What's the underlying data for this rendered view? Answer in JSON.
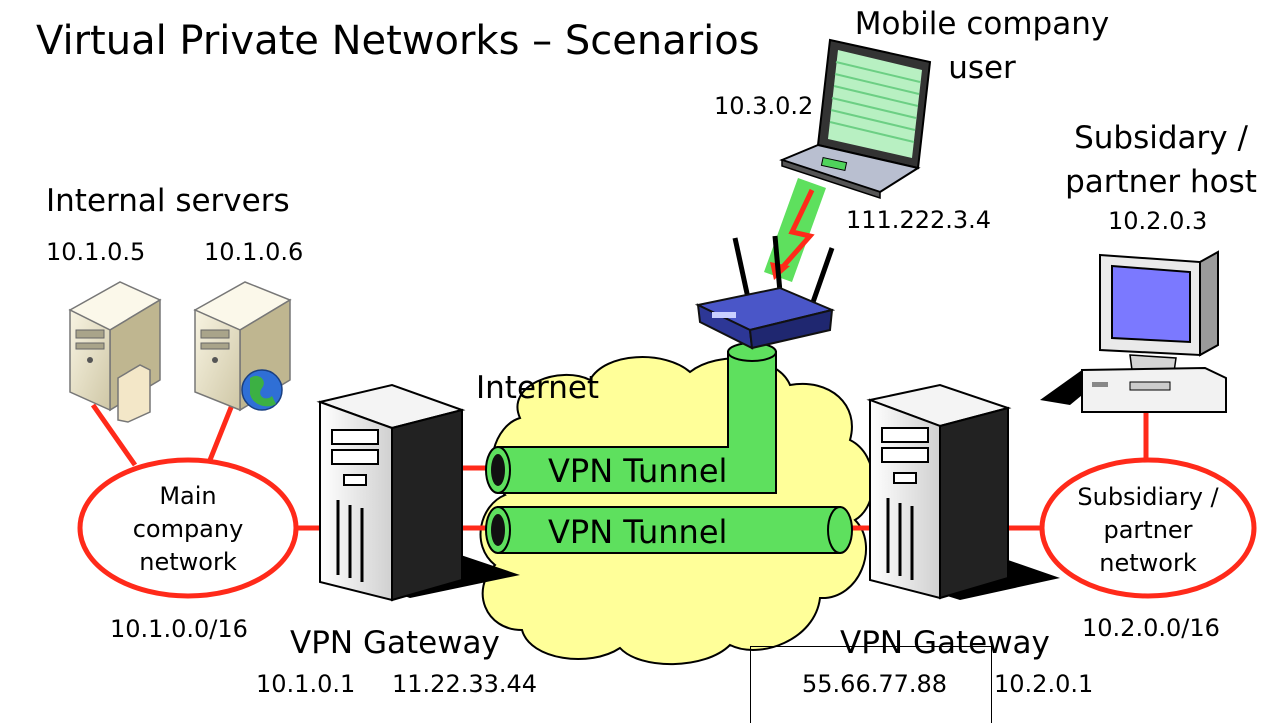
{
  "title": "Virtual Private Networks – Scenarios",
  "labels": {
    "internal_servers": "Internal servers",
    "server1_ip": "10.1.0.5",
    "server2_ip": "10.1.0.6",
    "main_network_line1": "Main",
    "main_network_line2": "company",
    "main_network_line3": "network",
    "main_network_cidr": "10.1.0.0/16",
    "gateway_left": "VPN Gateway",
    "gateway_left_inner_ip": "10.1.0.1",
    "gateway_left_outer_ip": "11.22.33.44",
    "internet": "Internet",
    "tunnel1": "VPN Tunnel",
    "tunnel2": "VPN Tunnel",
    "mobile_user_line1": "Mobile company",
    "mobile_user_line2": "user",
    "mobile_inner_ip": "10.3.0.2",
    "mobile_outer_ip": "111.222.3.4",
    "subsidiary_host_line1": "Subsidary /",
    "subsidiary_host_line2": "partner host",
    "subsidiary_host_ip": "10.2.0.3",
    "subsidiary_network_line1": "Subsidiary /",
    "subsidiary_network_line2": "partner",
    "subsidiary_network_line3": "network",
    "subsidiary_network_cidr": "10.2.0.0/16",
    "gateway_right": "VPN Gateway",
    "gateway_right_outer_ip": "55.66.77.88",
    "gateway_right_inner_ip": "10.2.0.1"
  },
  "colors": {
    "link": "#ff2a1a",
    "tunnel": "#5ee05e",
    "cloud": "#ffff99",
    "server": "#f1ecd2",
    "monitor": "#7b79ff",
    "router": "#3a46b8"
  },
  "icons": [
    "server-file-icon",
    "server-globe-icon",
    "gateway-tower-icon",
    "laptop-icon",
    "wireless-router-icon",
    "desktop-computer-icon",
    "lightning-icon",
    "cloud-icon"
  ]
}
